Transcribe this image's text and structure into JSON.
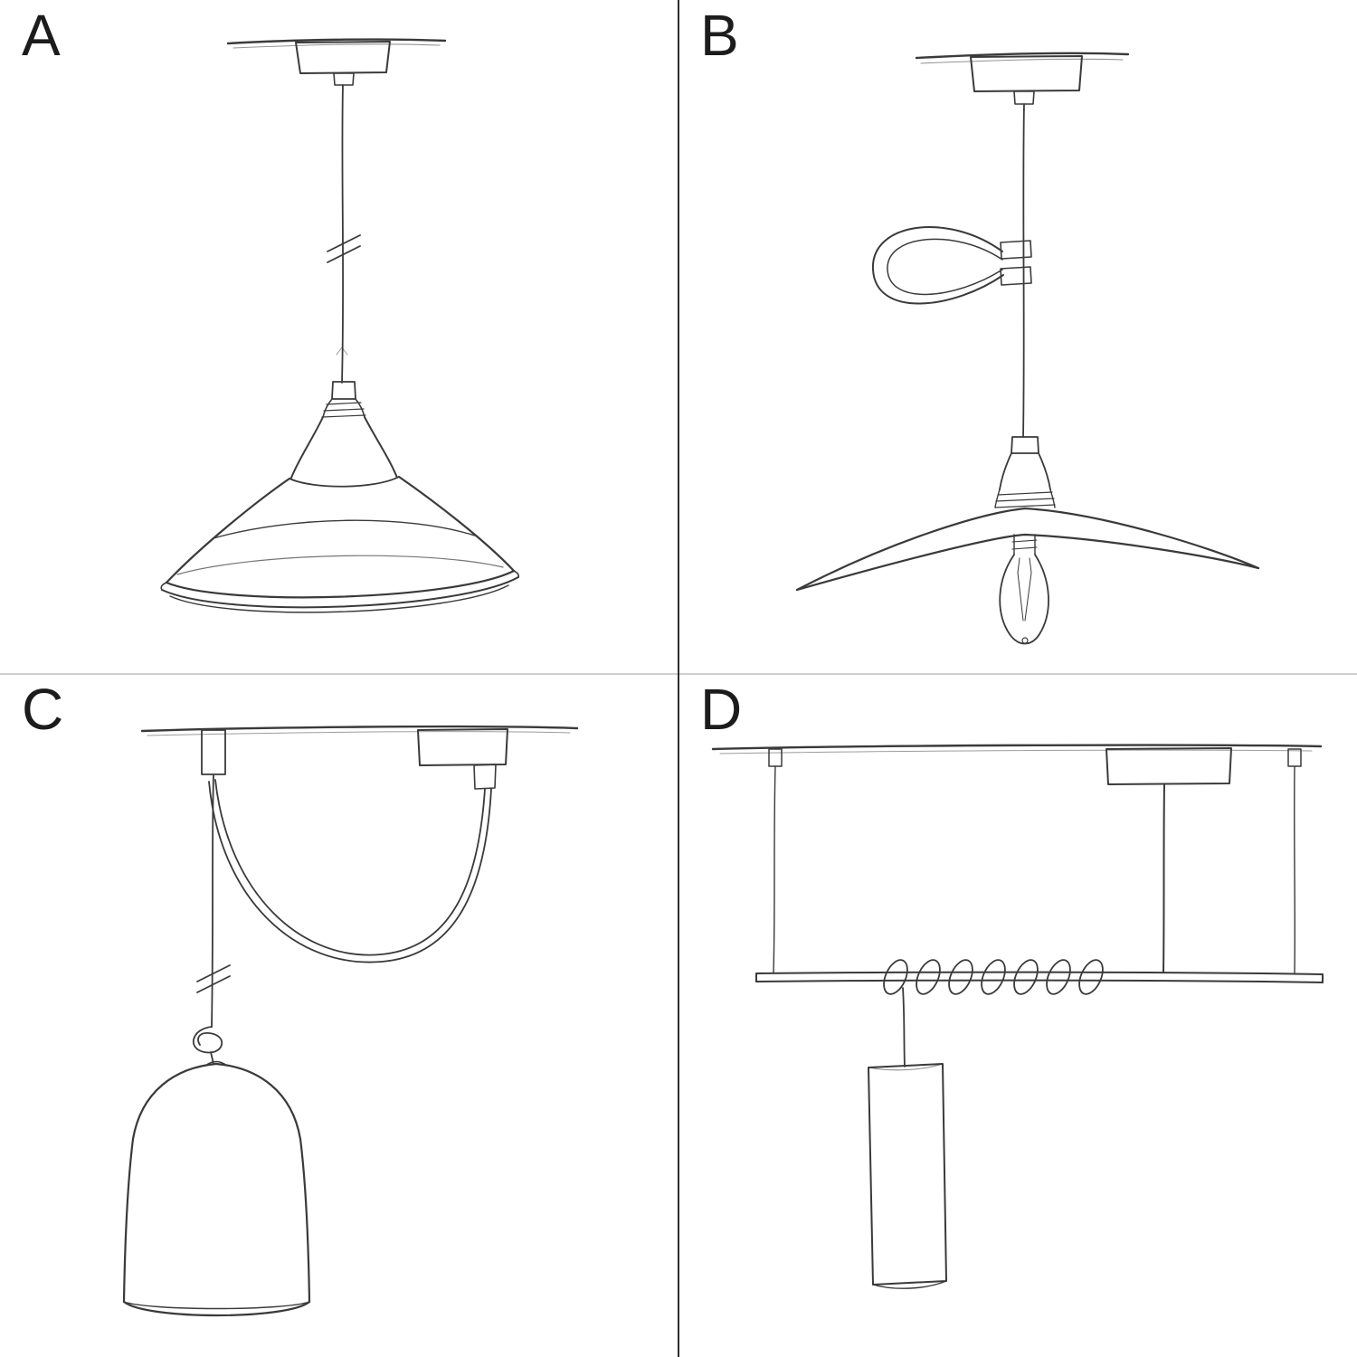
{
  "page": {
    "background": "#ffffff",
    "ink_color": "#3a3a3a",
    "divider_vertical_color": "#2e2e2e",
    "divider_horizontal_color": "#cfcfcf"
  },
  "panels": [
    {
      "label": "A",
      "sketch": "pendant-straight-drop-industrial-shade-sketch"
    },
    {
      "label": "B",
      "sketch": "pendant-cable-loop-clip-flat-shade-bulb-sketch"
    },
    {
      "label": "C",
      "sketch": "swag-pendant-hook-dome-shade-sketch"
    },
    {
      "label": "D",
      "sketch": "bar-suspension-coiled-cable-tube-shade-sketch"
    }
  ]
}
